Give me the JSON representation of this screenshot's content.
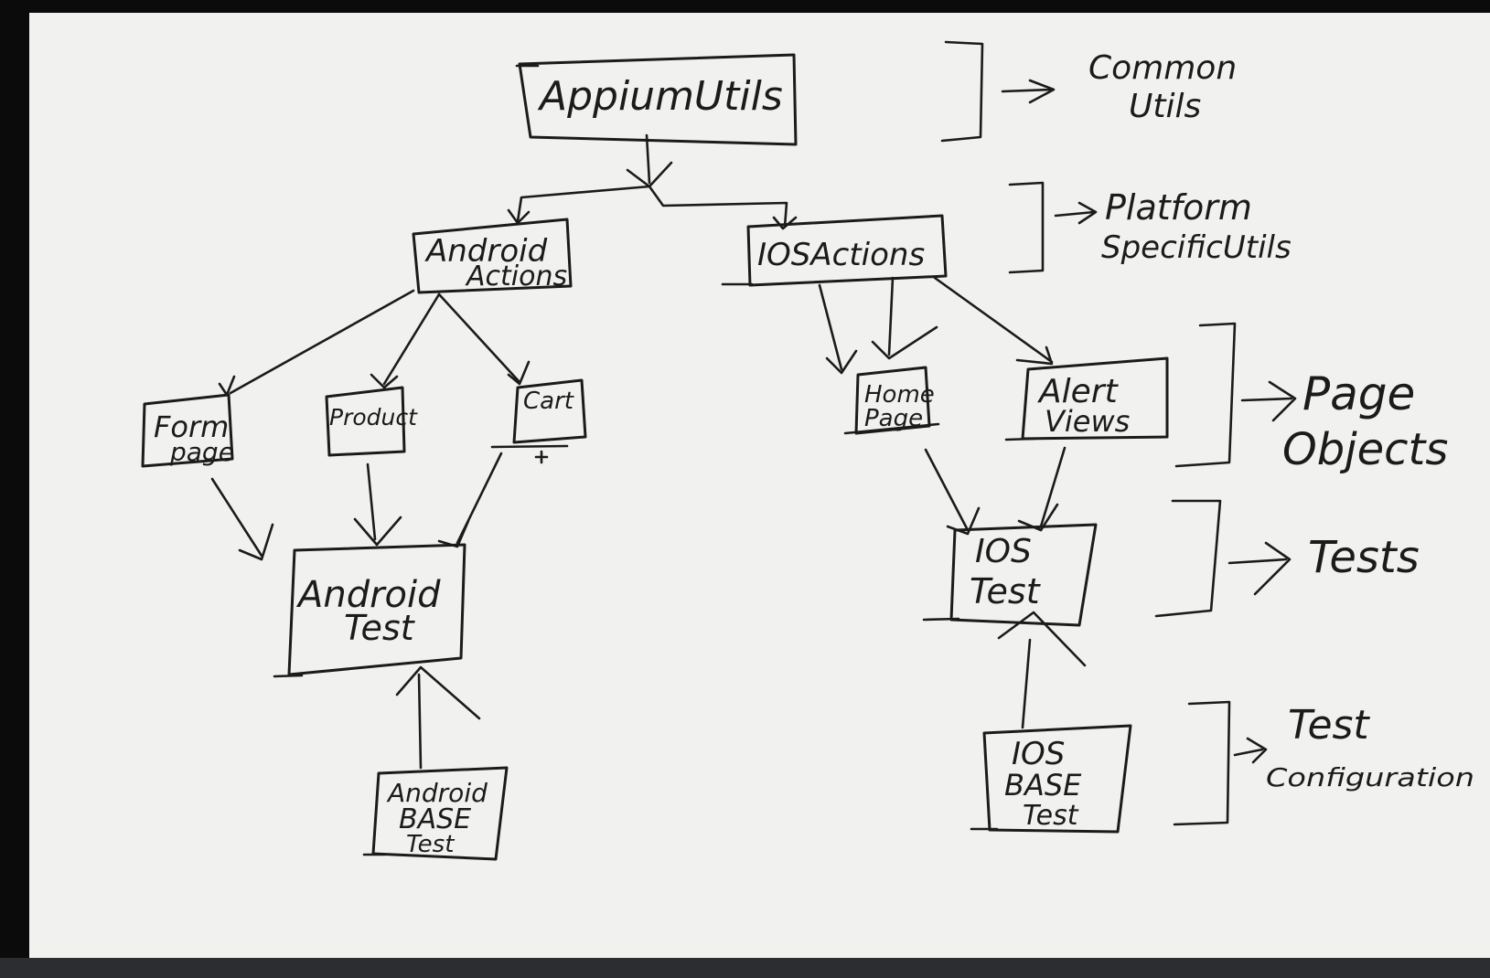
{
  "nodes": {
    "appium_utils": "AppiumUtils",
    "android_actions_l1": "Android",
    "android_actions_l2": "Actions",
    "ios_actions": "IOSActions",
    "form_page_l1": "Form",
    "form_page_l2": "page",
    "product": "Product",
    "cart": "Cart",
    "home_page_l1": "Home",
    "home_page_l2": "Page",
    "alert_views_l1": "Alert",
    "alert_views_l2": "Views",
    "android_test_l1": "Android",
    "android_test_l2": "Test",
    "ios_test_l1": "IOS",
    "ios_test_l2": "Test",
    "android_base_l1": "Android",
    "android_base_l2": "BASE",
    "android_base_l3": "Test",
    "ios_base_l1": "IOS",
    "ios_base_l2": "BASE",
    "ios_base_l3": "Test"
  },
  "layers": {
    "common_l1": "Common",
    "common_l2": "Utils",
    "platform_l1": "Platform",
    "platform_l2": "SpecificUtils",
    "page_objects_l1": "Page",
    "page_objects_l2": "Objects",
    "tests": "Tests",
    "test_config_l1": "Test",
    "test_config_l2": "Configuration"
  }
}
